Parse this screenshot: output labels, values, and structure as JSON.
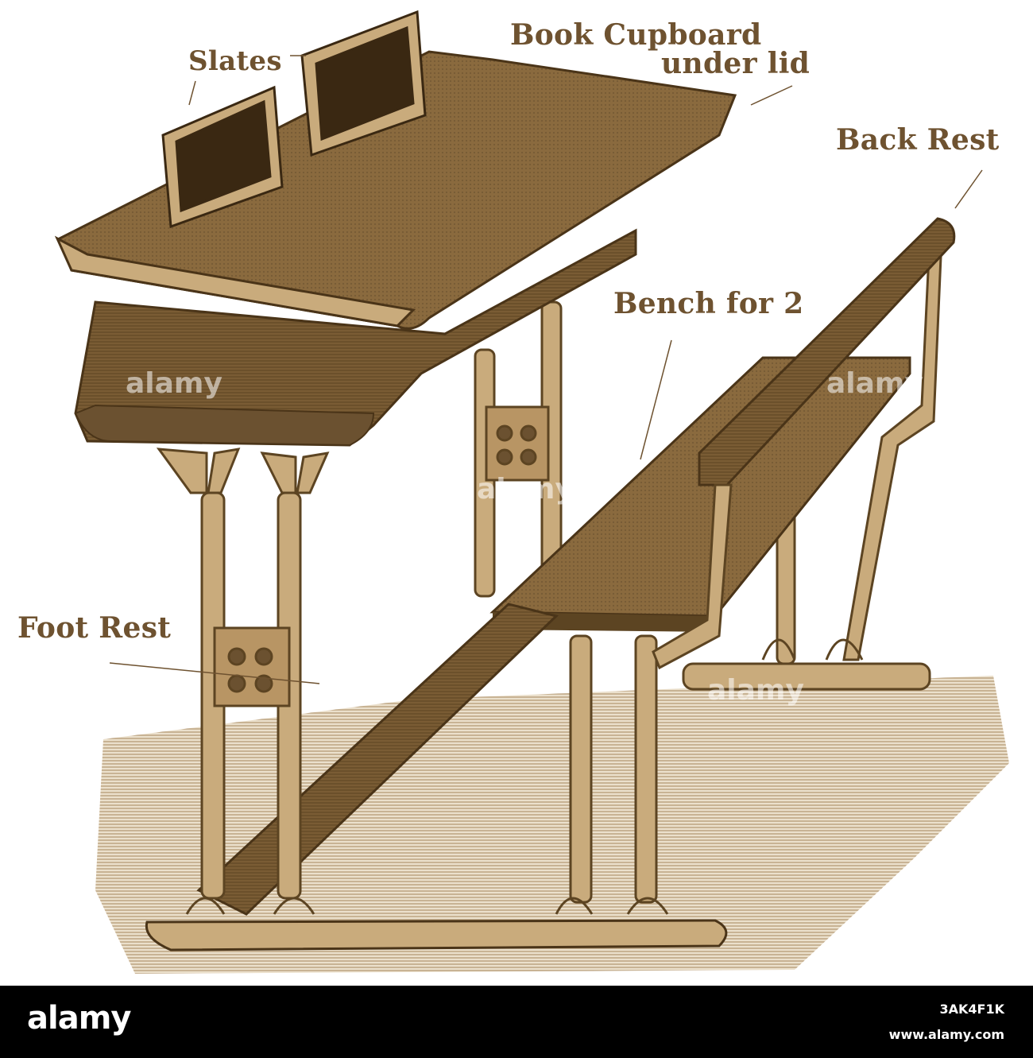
{
  "labels": {
    "slates": "Slates",
    "book_cupboard_line1": "Book Cupboard",
    "book_cupboard_line2": "under lid",
    "back_rest": "Back Rest",
    "bench": "Bench for 2",
    "foot_rest": "Foot Rest"
  },
  "watermark": {
    "text": "alamy"
  },
  "footer": {
    "brand": "alamy",
    "image_id": "3AK4F1K",
    "site": "www.alamy.com"
  },
  "colors": {
    "label": "#6e5230",
    "wood": "#8a6a3e",
    "wood_dark": "#5c4422",
    "metal": "#a8834f",
    "background": "#ffffff",
    "footer": "#000000"
  }
}
